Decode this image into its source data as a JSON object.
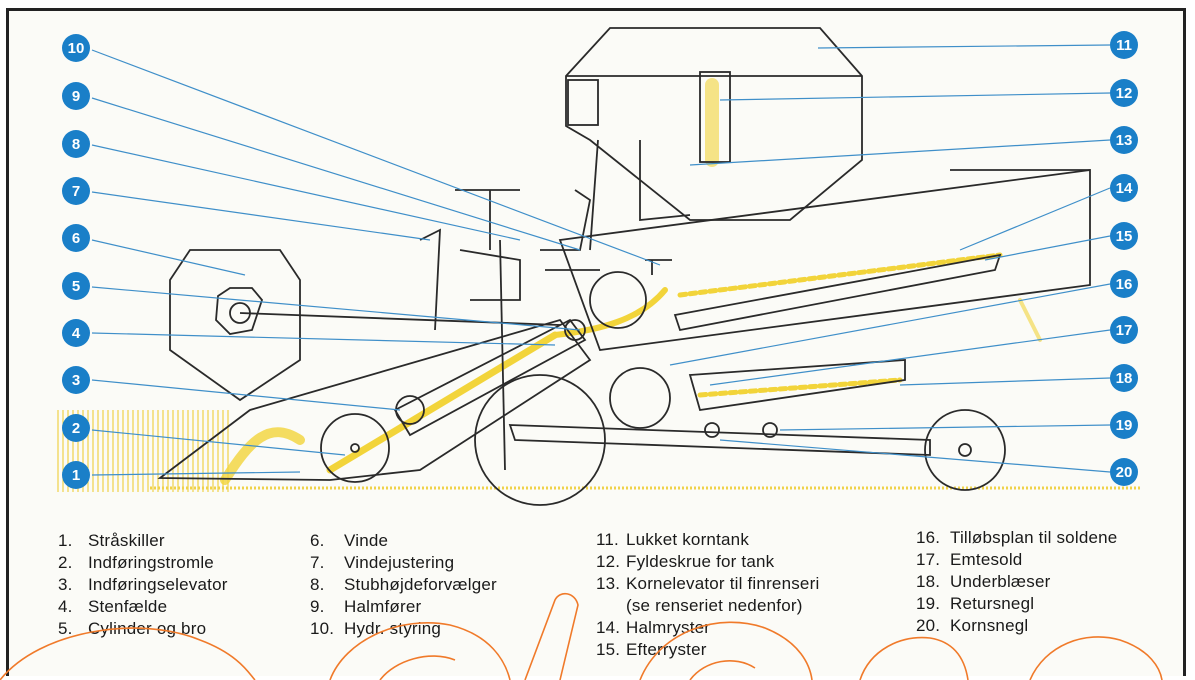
{
  "callouts": [
    "1",
    "2",
    "3",
    "4",
    "5",
    "6",
    "7",
    "8",
    "9",
    "10",
    "11",
    "12",
    "13",
    "14",
    "15",
    "16",
    "17",
    "18",
    "19",
    "20"
  ],
  "legend": {
    "col1": [
      {
        "num": "1.",
        "text": "Stråskiller"
      },
      {
        "num": "2.",
        "text": "Indføringstromle"
      },
      {
        "num": "3.",
        "text": "Indføringselevator"
      },
      {
        "num": "4.",
        "text": "Stenfælde"
      },
      {
        "num": "5.",
        "text": "Cylinder og bro"
      }
    ],
    "col2": [
      {
        "num": "6.",
        "text": "Vinde"
      },
      {
        "num": "7.",
        "text": "Vindejustering"
      },
      {
        "num": "8.",
        "text": "Stubhøjdeforvælger"
      },
      {
        "num": "9.",
        "text": "Halmfører"
      },
      {
        "num": "10.",
        "text": "Hydr. styring"
      }
    ],
    "col3": [
      {
        "num": "11.",
        "text": "Lukket korntank"
      },
      {
        "num": "12.",
        "text": "Fyldeskrue for tank"
      },
      {
        "num": "13.",
        "text": "Kornelevator til finrenseri"
      },
      {
        "num": "",
        "text": "(se renseriet nedenfor)"
      },
      {
        "num": "14.",
        "text": "Halmryster"
      },
      {
        "num": "15.",
        "text": "Efterryster"
      }
    ],
    "col4": [
      {
        "num": "16.",
        "text": "Tilløbsplan til soldene"
      },
      {
        "num": "17.",
        "text": "Emtesold"
      },
      {
        "num": "18.",
        "text": "Underblæser"
      },
      {
        "num": "19.",
        "text": "Retursnegl"
      },
      {
        "num": "20.",
        "text": "Kornsnegl"
      }
    ]
  },
  "colors": {
    "badge": "#1a7fc8",
    "leader": "#3f8fc9",
    "grain": "#f2d43a",
    "ink": "#2a2a2a",
    "watermark": "#f07a2a"
  }
}
